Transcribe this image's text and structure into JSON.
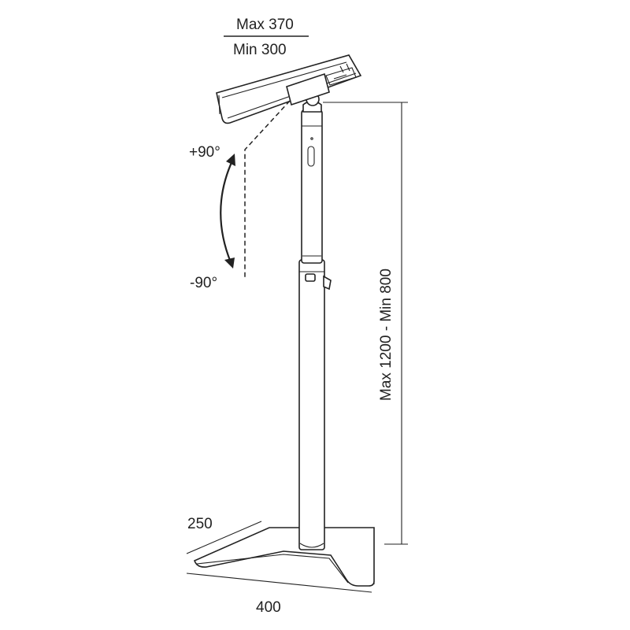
{
  "labels": {
    "width_max": "Max 370",
    "width_min": "Min 300",
    "tilt_up": "+90°",
    "tilt_down": "-90°",
    "height_range": "Max 1200 - Min 800",
    "base_depth": "250",
    "base_width": "400"
  }
}
